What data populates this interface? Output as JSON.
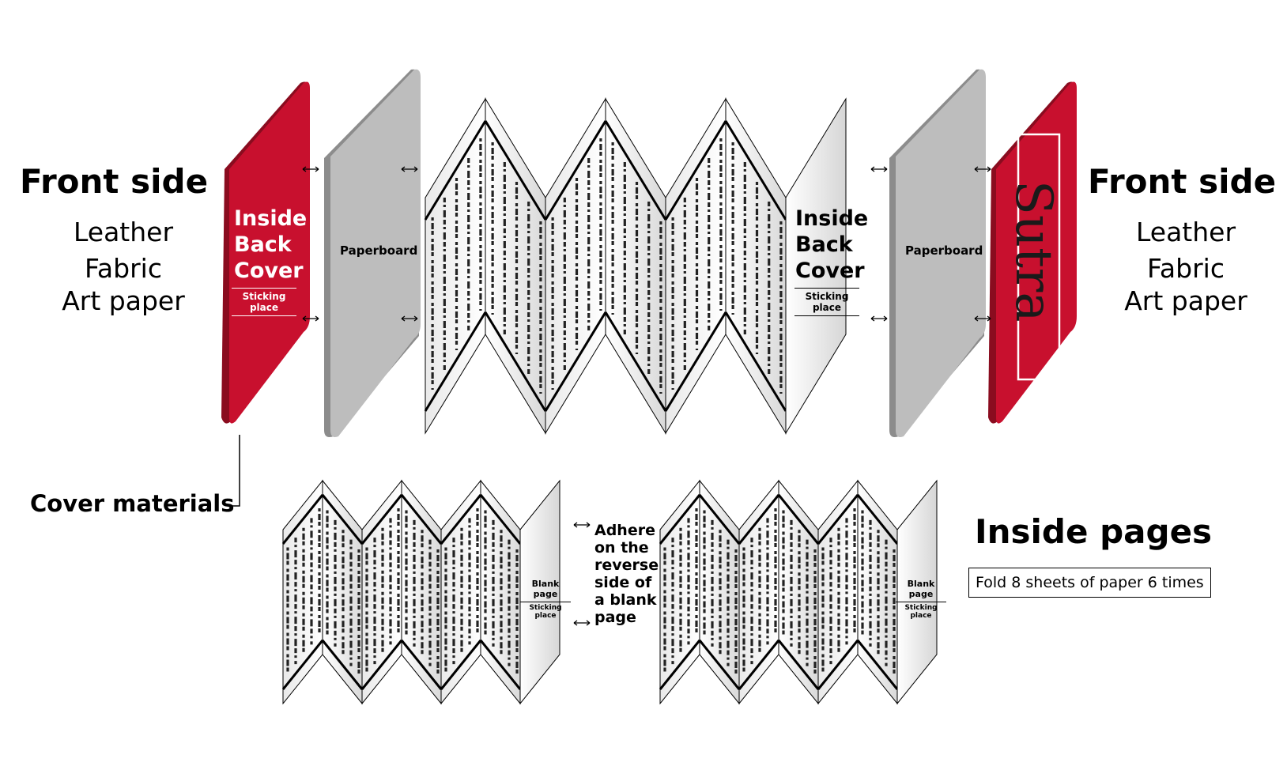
{
  "left": {
    "heading": "Front side",
    "materials": [
      "Leather",
      "Fabric",
      "Art paper"
    ],
    "cover_title": [
      "Inside",
      "Back",
      "Cover"
    ],
    "sticking": "Sticking place"
  },
  "right": {
    "heading": "Front side",
    "materials": [
      "Leather",
      "Fabric",
      "Art paper"
    ],
    "cover_title": [
      "Inside",
      "Back",
      "Cover"
    ],
    "sticking": "Sticking place",
    "book_title": "Sutra"
  },
  "paperboard_label": "Paperboard",
  "cover_materials_label": "Cover materials",
  "blank_page": {
    "title": "Blank page",
    "sticking": "Sticking place"
  },
  "adhere_note": [
    "Adhere",
    "on the",
    "reverse",
    "side of",
    "a blank",
    "page"
  ],
  "inside_pages": {
    "title": "Inside pages",
    "note": "Fold 8 sheets of paper 6 times"
  },
  "colors": {
    "cover_red": "#c8102e",
    "cover_edge": "#8a0c1f",
    "paperboard": "#bdbdbd",
    "paperboard_edge": "#8c8c8c",
    "page": "#f4f4f4"
  }
}
